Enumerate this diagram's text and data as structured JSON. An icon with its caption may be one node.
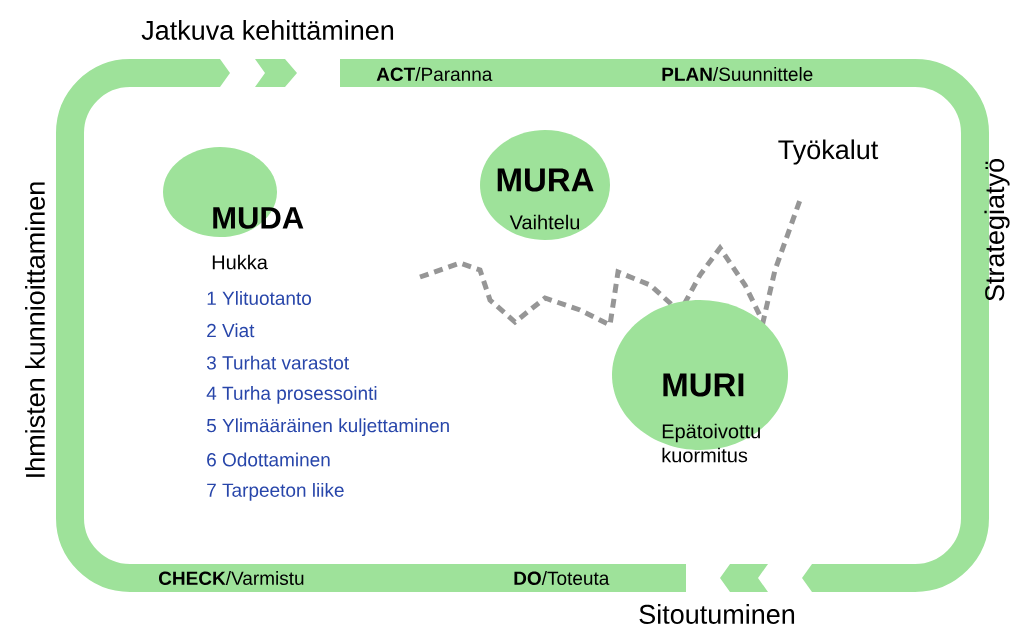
{
  "diagram": {
    "nodes": [
      {
        "text": [
          "MUDA",
          "Hukka"
        ]
      },
      {
        "text": [
          "MURA",
          "Vaihtelu"
        ]
      },
      {
        "text": [
          "MURI",
          "Epätoivottu kuormitus"
        ]
      }
    ],
    "labels": [
      "Jatkuva kehittäminen",
      "**ACT**/Paranna",
      "**PLAN**/Suunnittele",
      "Strategiatyö",
      "Työkalut",
      "1 Ylituotanto",
      "2 Viat",
      "3 Turhat varastot",
      "4 Turha prosessointi",
      "5 Ylimääräinen kuljettaminen",
      "6 Odottaminen",
      "7 Tarpeeton liike",
      "Ihmisten kunnioittaminen",
      "**CHECK**/Varmistu",
      "**DO**/Toteuta",
      "Sitoutuminen"
    ]
  }
}
